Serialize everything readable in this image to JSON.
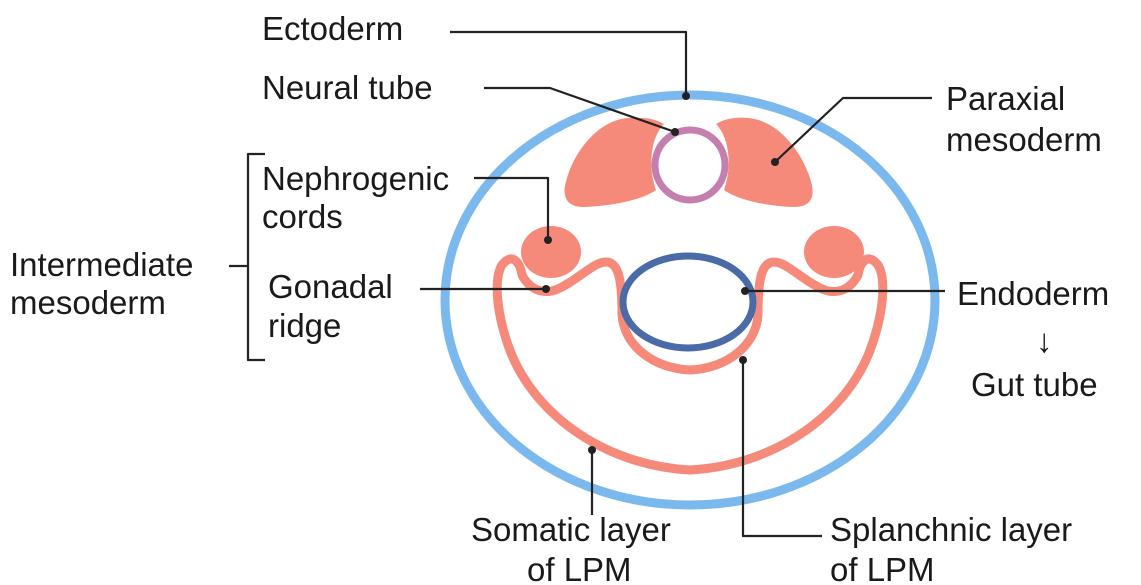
{
  "labels": {
    "ectoderm": "Ectoderm",
    "neural_tube": "Neural tube",
    "paraxial_1": "Paraxial",
    "paraxial_2": "mesoderm",
    "nephrogenic_1": "Nephrogenic",
    "nephrogenic_2": "cords",
    "intermediate_1": "Intermediate",
    "intermediate_2": "mesoderm",
    "gonadal_1": "Gonadal",
    "gonadal_2": "ridge",
    "endoderm": "Endoderm",
    "arrow": "↓",
    "gut_tube": "Gut tube",
    "somatic_1": "Somatic layer",
    "somatic_2": "of LPM",
    "splanchnic_1": "Splanchnic layer",
    "splanchnic_2": "of LPM"
  },
  "colors": {
    "ectoderm": "#7ab8ee",
    "mesoderm": "#f5897a",
    "neural_tube": "#c57fae",
    "endoderm": "#4a6aa8",
    "leader": "#222222",
    "text": "#1a1a1a"
  }
}
